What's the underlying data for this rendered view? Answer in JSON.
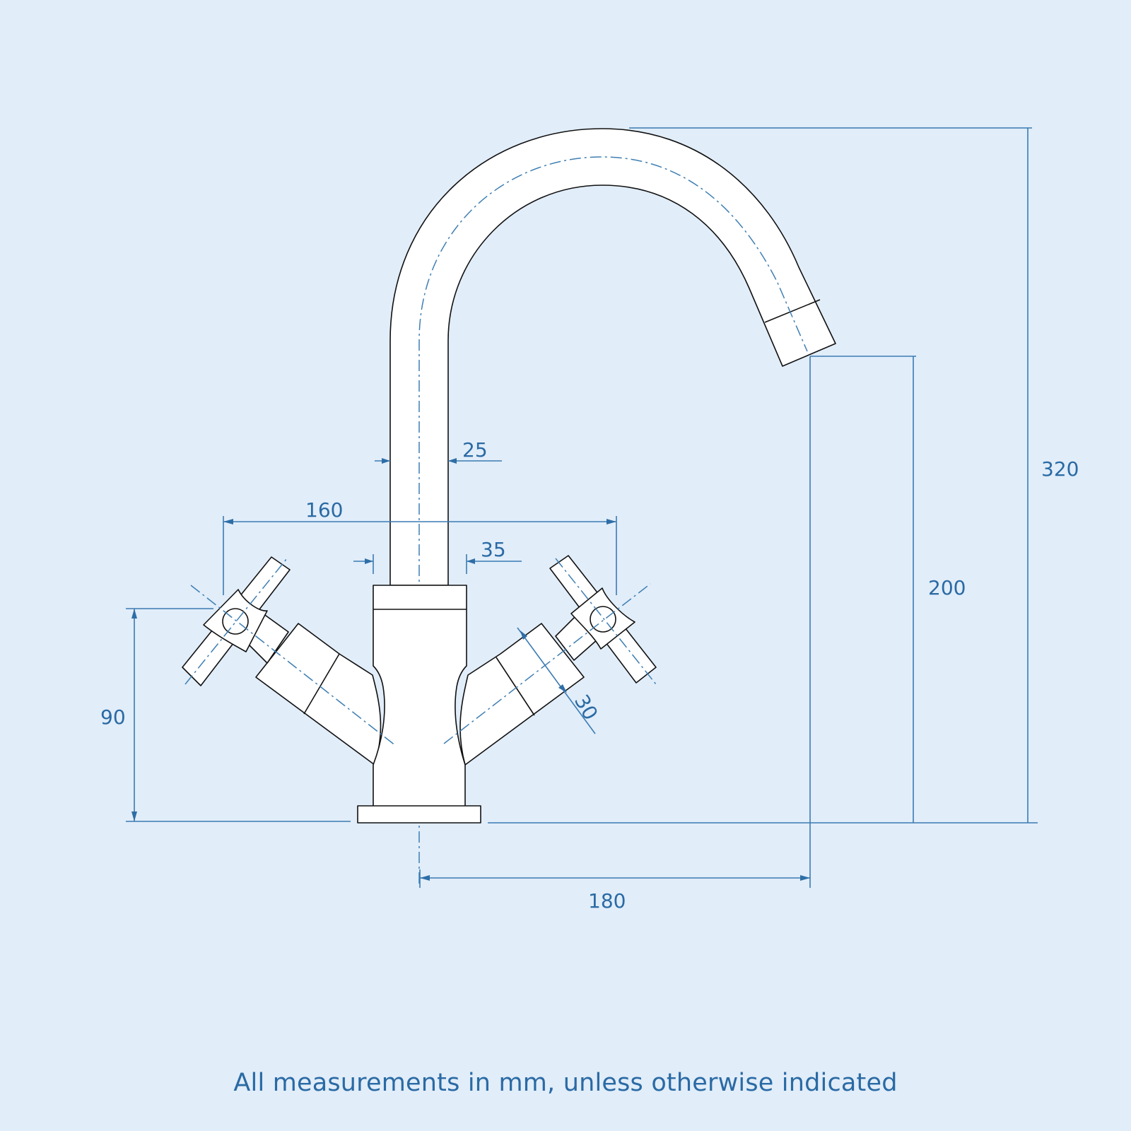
{
  "diagram": {
    "subject": "Basin mixer tap with cross-head handles — front elevation",
    "colors": {
      "background": "#e1edf9",
      "body_fill": "#ffffff",
      "outline": "#111111",
      "dimension": "#2a6aa4",
      "centerline": "#3f7fb2"
    },
    "dimensions": {
      "spout_diameter": "25",
      "base_diameter": "35",
      "handle_span": "160",
      "handle_body_diameter": "30",
      "handle_height": "90",
      "spout_outlet_height": "200",
      "overall_height": "320",
      "spout_reach": "180"
    }
  },
  "caption": "All measurements in mm, unless otherwise indicated"
}
